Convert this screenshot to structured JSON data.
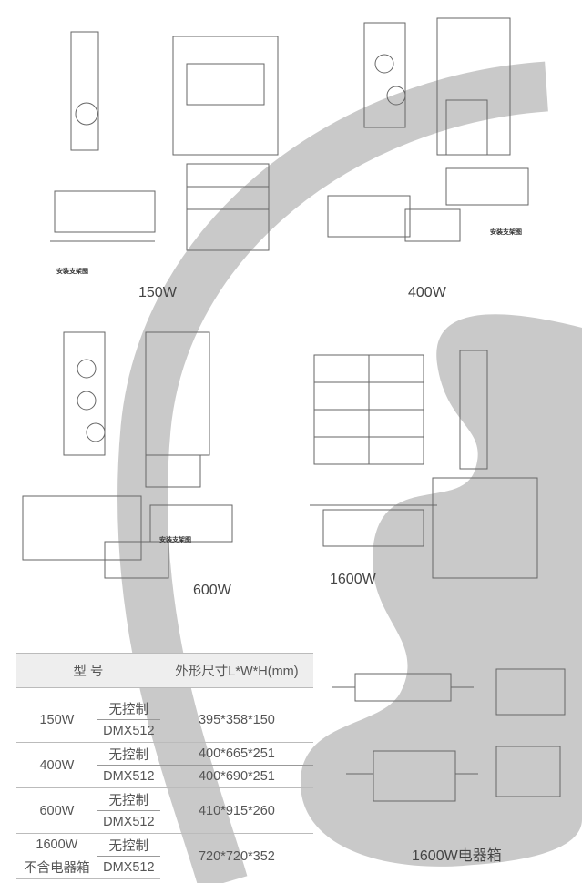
{
  "labels": {
    "w150": "150W",
    "w400": "400W",
    "w600": "600W",
    "w1600": "1600W",
    "box": "1600W电器箱",
    "bracket_150": "安装支架图",
    "bracket_400": "安装支架图",
    "bracket_600": "安装支架图"
  },
  "table": {
    "header_model": "型 号",
    "header_size": "外形尺寸L*W*H(mm)",
    "rows": [
      {
        "model": "150W",
        "c1": "无控制",
        "c2": "DMX512",
        "s1": "395*358*150",
        "s2": ""
      },
      {
        "model": "400W",
        "c1": "无控制",
        "c2": "DMX512",
        "s1": "400*665*251",
        "s2": "400*690*251"
      },
      {
        "model": "600W",
        "c1": "无控制",
        "c2": "DMX512",
        "s1": "410*915*260",
        "s2": ""
      },
      {
        "model": "1600W",
        "model2": "不含电器箱",
        "c1": "无控制",
        "c2": "DMX512",
        "s1": "720*720*352",
        "s2": ""
      }
    ]
  },
  "colors": {
    "watermark": "#c8c8c8",
    "line": "#666666"
  }
}
